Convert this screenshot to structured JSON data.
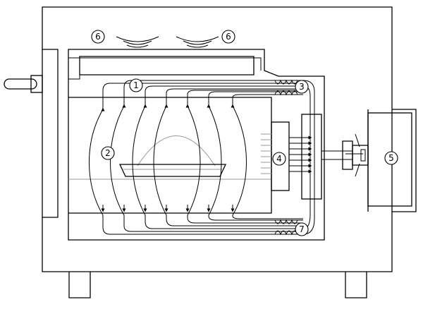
{
  "labels": {
    "l1": "1",
    "l2": "2",
    "l3": "3",
    "l4": "4",
    "l5": "5",
    "l6a": "6",
    "l6b": "6",
    "l7": "7"
  }
}
